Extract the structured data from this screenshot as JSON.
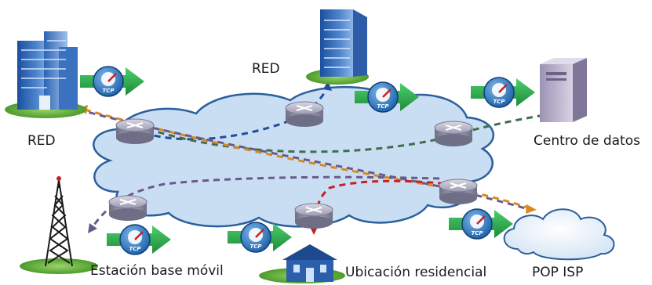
{
  "labels": {
    "red_top": "RED",
    "red_left": "RED",
    "datacenter": "Centro de datos",
    "mobile": "Estación base móvil",
    "residential": "Ubicación residencial",
    "pop": "POP ISP"
  },
  "tcp_badge": "TCP",
  "colors": {
    "cloud": "#c9def2",
    "cloud_edge": "#2a5f9c",
    "flow_blue": "#1f4e9a",
    "flow_green": "#3f6e4f",
    "flow_orange": "#d98a1f",
    "flow_purple": "#6a5a8c",
    "flow_red": "#c8211e",
    "arrow_green": "#2fa84f"
  },
  "icons": [
    "building-icon",
    "tower-icon",
    "server-icon",
    "house-icon",
    "router-icon",
    "tcp-gauge-icon",
    "isp-cloud-icon"
  ]
}
